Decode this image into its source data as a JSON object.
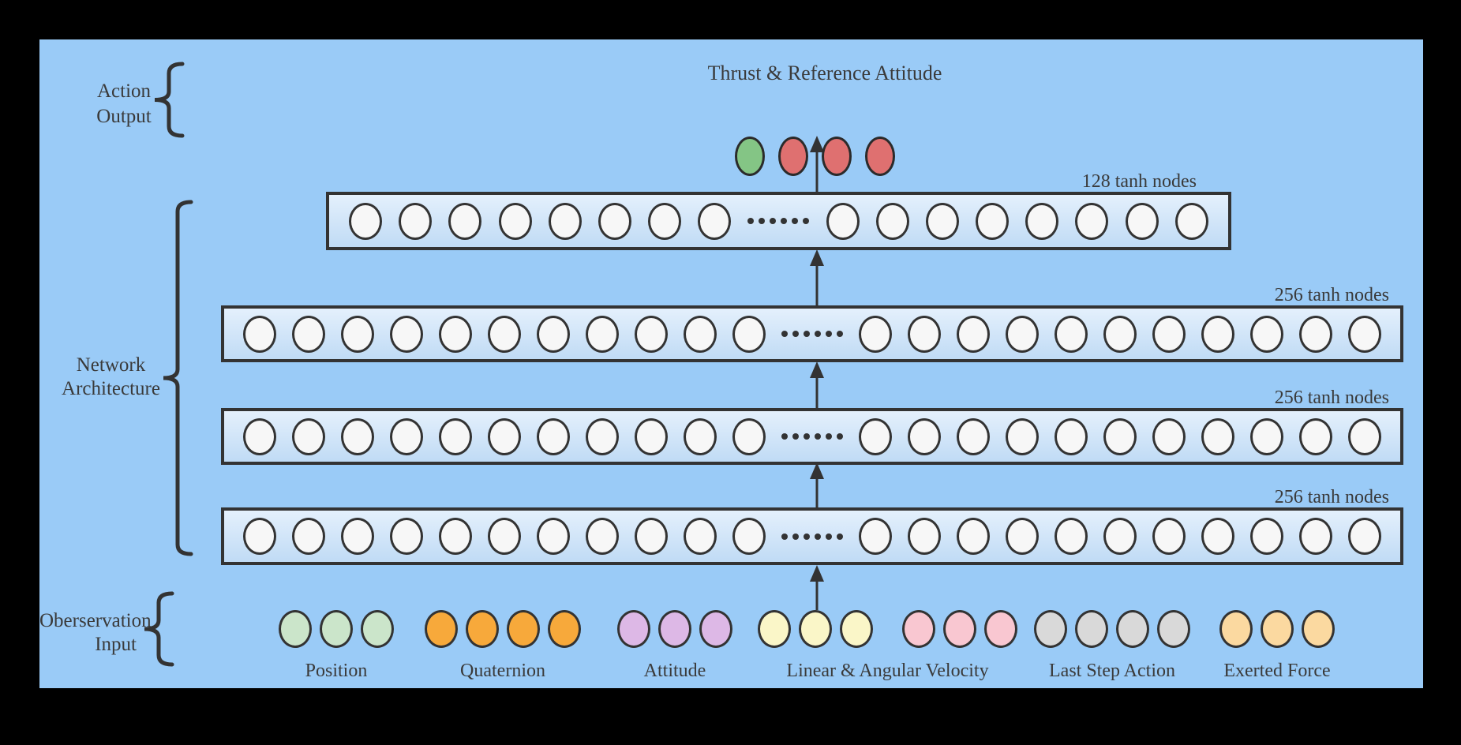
{
  "output": {
    "title": "Thrust & Reference Attitude",
    "nodes": [
      {
        "name": "thrust-node",
        "color": "#84c585"
      },
      {
        "name": "reference-attitude-node-1",
        "color": "#df7070"
      },
      {
        "name": "reference-attitude-node-2",
        "color": "#df7070"
      },
      {
        "name": "reference-attitude-node-3",
        "color": "#df7070"
      }
    ]
  },
  "section_labels": {
    "action_output": {
      "line1": "Action",
      "line2": "Output"
    },
    "network_architecture": {
      "line1": "Network",
      "line2": "Architecture"
    },
    "observation_input": {
      "line1": "Oberservation",
      "line2": "Input"
    }
  },
  "layers": [
    {
      "label": "128 tanh nodes",
      "left_nodes": 8,
      "right_nodes": 8
    },
    {
      "label": "256 tanh nodes",
      "left_nodes": 11,
      "right_nodes": 11
    },
    {
      "label": "256 tanh nodes",
      "left_nodes": 11,
      "right_nodes": 11
    },
    {
      "label": "256 tanh nodes",
      "left_nodes": 11,
      "right_nodes": 11
    }
  ],
  "ellipsis_dot_count": 6,
  "input_groups": [
    {
      "label": "Position",
      "segments": [
        {
          "count": 3,
          "color": "#cbe5ca"
        }
      ]
    },
    {
      "label": "Quaternion",
      "segments": [
        {
          "count": 4,
          "color": "#f7a93b"
        }
      ]
    },
    {
      "label": "Attitude",
      "segments": [
        {
          "count": 3,
          "color": "#ddb8e6"
        }
      ]
    },
    {
      "label": "Linear & Angular Velocity",
      "segments": [
        {
          "count": 3,
          "color": "#faf6c8"
        },
        {
          "count": 3,
          "color": "#f9c7d1"
        }
      ]
    },
    {
      "label": "Last Step Action",
      "segments": [
        {
          "count": 4,
          "color": "#d9d9d9"
        }
      ]
    },
    {
      "label": "Exerted Force",
      "segments": [
        {
          "count": 3,
          "color": "#fbd9a0"
        }
      ]
    }
  ],
  "colors": {
    "outer_background": "#000000",
    "panel_background": "#9acbf7",
    "layer_box_fill_top": "#e4f0fc",
    "layer_box_fill_bottom": "#c0dbf5",
    "stroke": "#333333",
    "hidden_node_fill": "#f7f7f7",
    "text": "#3a3a3a"
  }
}
